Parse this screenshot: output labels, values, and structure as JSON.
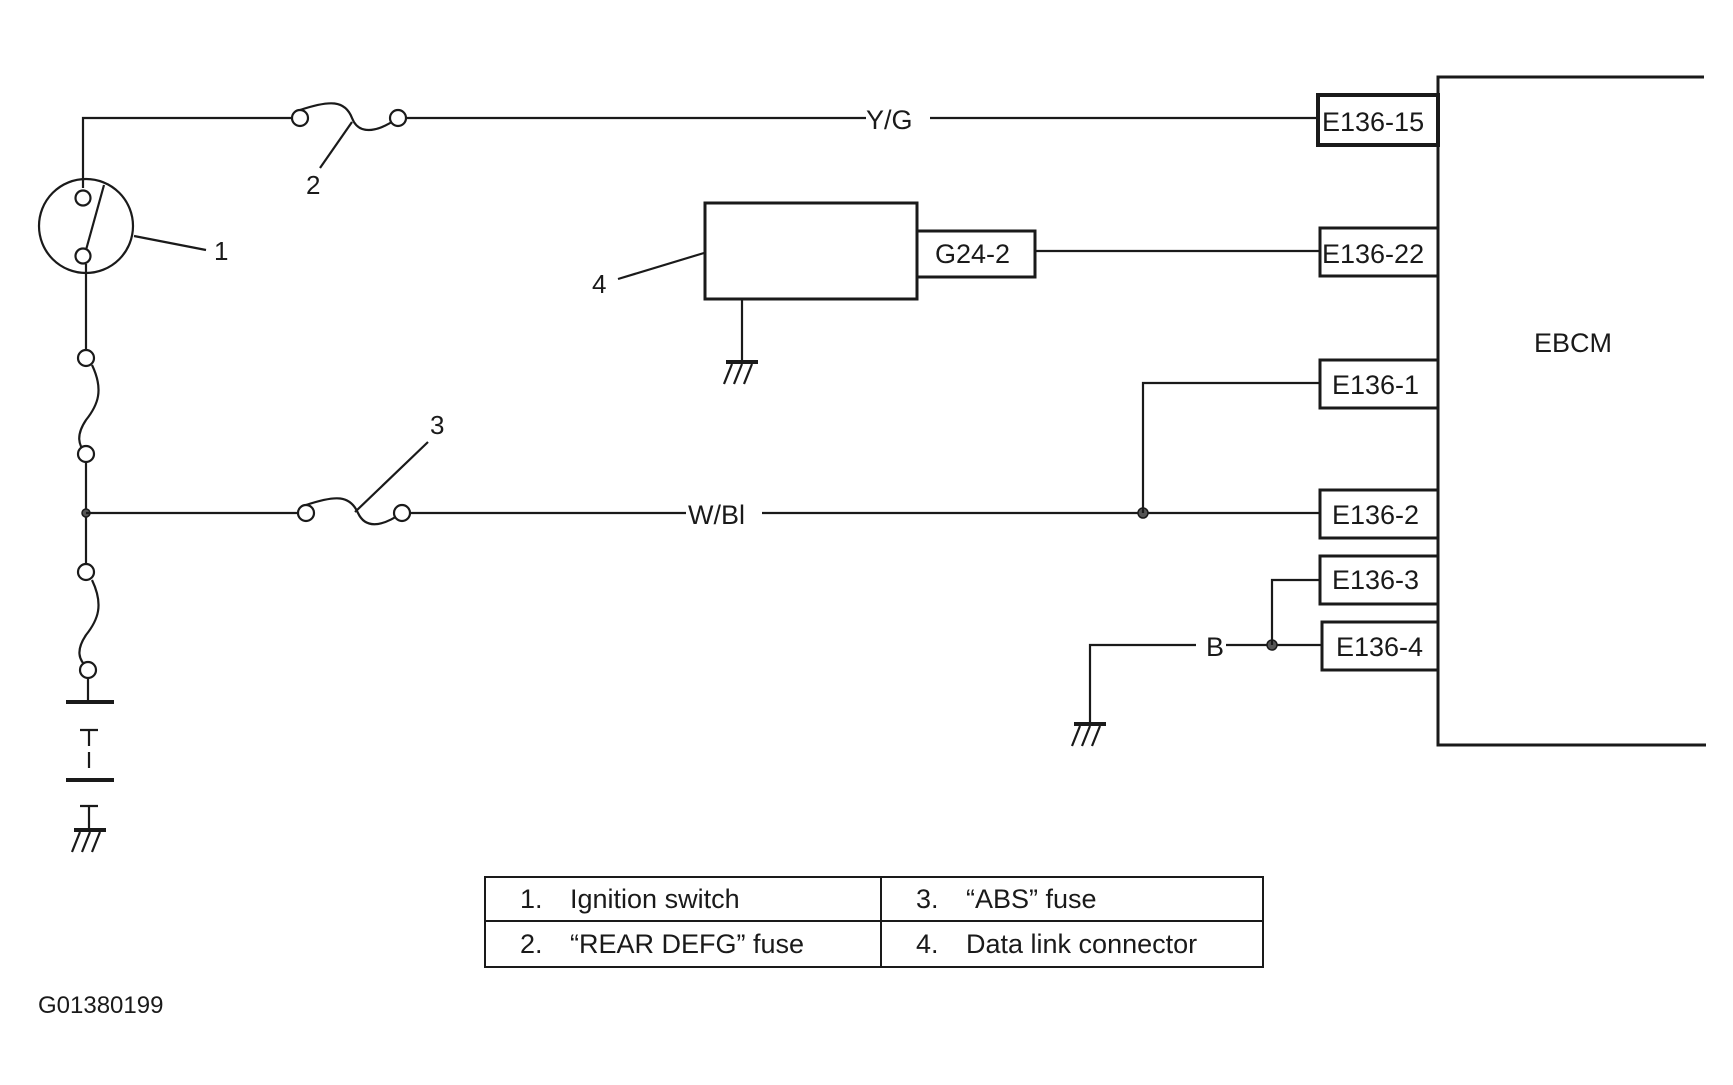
{
  "figure_id": "G01380199",
  "ebcm": {
    "label": "EBCM"
  },
  "connectors": {
    "e136_15": "E136-15",
    "e136_22": "E136-22",
    "e136_1": "E136-1",
    "e136_2": "E136-2",
    "e136_3": "E136-3",
    "e136_4": "E136-4",
    "g24_2": "G24-2"
  },
  "wires": {
    "yg": "Y/G",
    "wbl": "W/Bl",
    "b": "B"
  },
  "callouts": {
    "c1": "1",
    "c2": "2",
    "c3": "3",
    "c4": "4"
  },
  "legend": [
    {
      "num": "1.",
      "text": "Ignition switch"
    },
    {
      "num": "3.",
      "text": "“ABS” fuse"
    },
    {
      "num": "2.",
      "text": "“REAR DEFG” fuse"
    },
    {
      "num": "4.",
      "text": "Data link connector"
    }
  ]
}
